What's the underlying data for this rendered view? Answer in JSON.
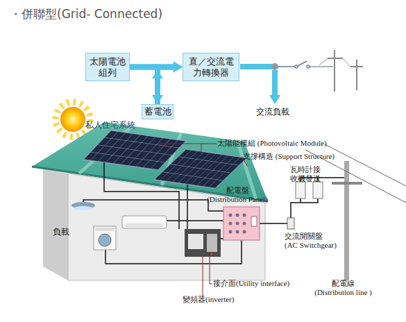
{
  "diagram": {
    "title": "・併聯型(Grid- Connected)",
    "nodes": [
      {
        "text": [
          "太陽電池 組列"
        ]
      },
      {
        "text": [
          "直／交流電 力轉換器"
        ]
      },
      {
        "text": [
          "蓄電池"
        ]
      }
    ],
    "edges": [
      {
        "from": 0,
        "to": 1,
        "arrow": "to"
      },
      {
        "from": 0,
        "to": 2,
        "arrow": "to"
      },
      {
        "from": 2,
        "to": 1,
        "arrow": "to"
      }
    ],
    "labels": [
      "交流負載",
      "私人住宅系統",
      "太陽能模組 (Photovoltaic Module)",
      "支撐構造 (Support Structure)",
      "瓦時計接 收機發送",
      "配電盤 (Distribution Panel)",
      "負載",
      "交流開關盤 (AC Switchgear)",
      "配電線 (Distribution line )",
      "接介面(Utility interface)",
      "變頻器(inverter)"
    ]
  }
}
